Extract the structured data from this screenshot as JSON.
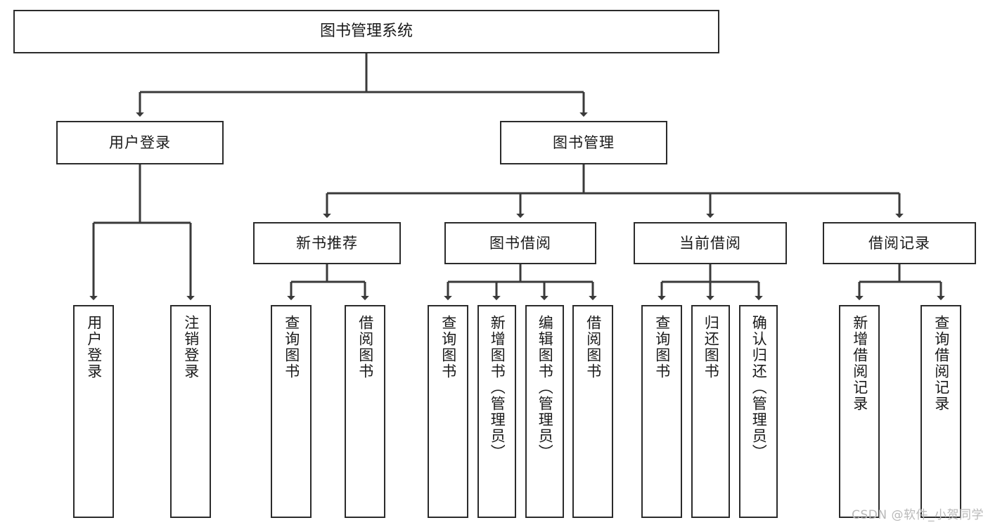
{
  "diagram": {
    "title": "图书管理系统",
    "type": "tree-hierarchy",
    "watermark": "CSDN @软件_小贺同学",
    "colors": {
      "background": "#ffffff",
      "node_fill": "#ffffff",
      "node_border": "#2b2b2b",
      "text": "#1a1a1a",
      "connector": "#3a3a3a",
      "watermark": "#b9b9b9"
    },
    "levels": {
      "root": {
        "label": "图书管理系统"
      },
      "level2": [
        {
          "label": "用户登录"
        },
        {
          "label": "图书管理"
        }
      ],
      "level3": [
        {
          "label": "新书推荐"
        },
        {
          "label": "图书借阅"
        },
        {
          "label": "当前借阅"
        },
        {
          "label": "借阅记录"
        }
      ],
      "leaves": {
        "user_login": [
          {
            "label": "用户登录"
          },
          {
            "label": "注销登录"
          }
        ],
        "new_book_recommend": [
          {
            "label": "查询图书"
          },
          {
            "label": "借阅图书"
          }
        ],
        "book_borrow": [
          {
            "label": "查询图书"
          },
          {
            "label": "新增图书（管理员）"
          },
          {
            "label": "编辑图书（管理员）"
          },
          {
            "label": "借阅图书"
          }
        ],
        "current_borrow": [
          {
            "label": "查询图书"
          },
          {
            "label": "归还图书"
          },
          {
            "label": "确认归还（管理员）"
          }
        ],
        "borrow_record": [
          {
            "label": "新增借阅记录"
          },
          {
            "label": "查询借阅记录"
          }
        ]
      }
    }
  }
}
